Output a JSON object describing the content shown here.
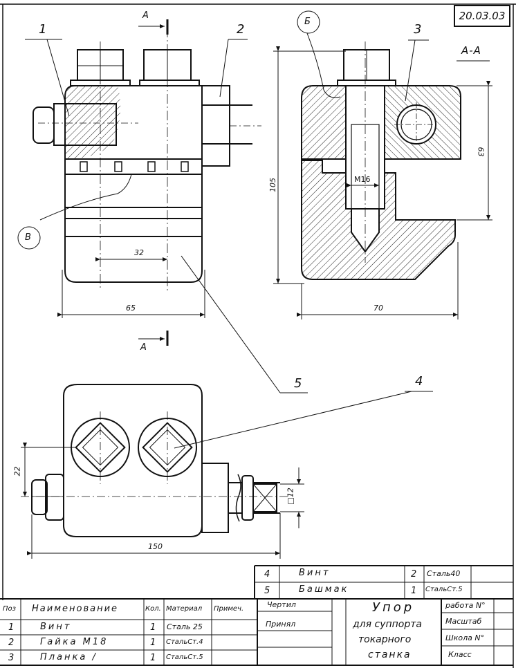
{
  "sheet_code": "20.03.03",
  "section_label": "А-А",
  "cut_letter": "А",
  "callouts": {
    "n1": "1",
    "n2": "2",
    "n3": "3",
    "n4": "4",
    "n5": "5",
    "b": "Б",
    "v": "В"
  },
  "dimensions": {
    "d32": "32",
    "d65": "65",
    "d70": "70",
    "d105": "105",
    "d63": "63",
    "d22": "22",
    "d150": "150",
    "d12": "□12",
    "thread": "M16"
  },
  "parts_upper": [
    {
      "pos": "4",
      "name": "Винт",
      "qty": "2",
      "material": "Сталь40"
    },
    {
      "pos": "5",
      "name": "Башмак",
      "qty": "1",
      "material": "СтальСт.5"
    }
  ],
  "parts_header": {
    "pos": "Поз",
    "name": "Наименование",
    "qty": "Кол.",
    "material": "Материал",
    "note": "Примеч."
  },
  "parts_lower": [
    {
      "pos": "1",
      "name": "Винт",
      "qty": "1",
      "material": "Сталь 25"
    },
    {
      "pos": "2",
      "name": "Гайка М18",
      "qty": "1",
      "material": "СтальСт.4"
    },
    {
      "pos": "3",
      "name": "Планка /",
      "qty": "1",
      "material": "СтальСт.5"
    }
  ],
  "title_block": {
    "drew": "Чертил",
    "accepted": "Принял",
    "title_l1": "Упор",
    "title_l2": "для суппорта",
    "title_l3": "токарного",
    "title_l4": "станка",
    "work_no": "работа N°",
    "scale": "Масштаб",
    "school_no": "Школа N°",
    "class": "Класс"
  }
}
